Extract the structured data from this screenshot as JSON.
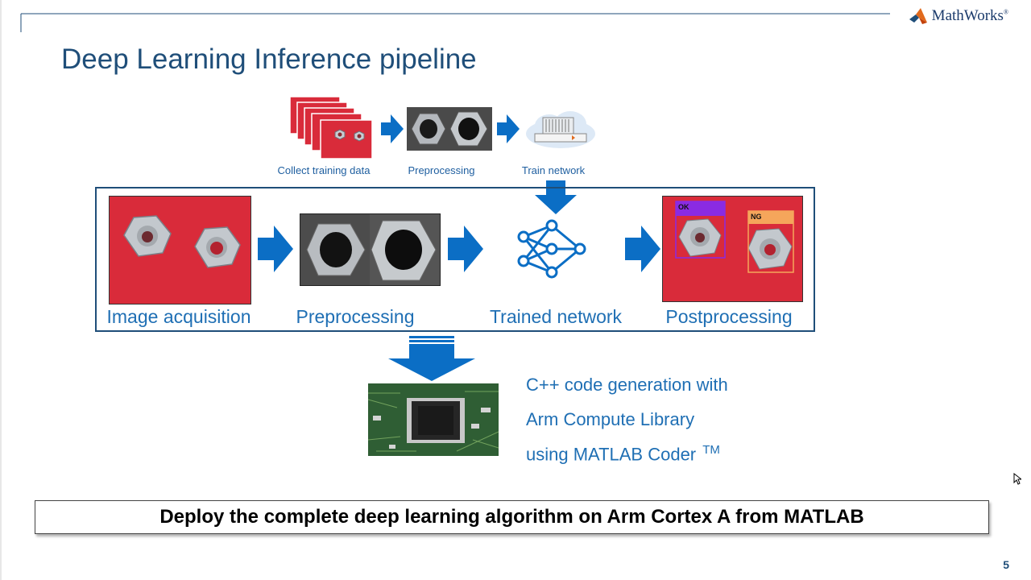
{
  "slide": {
    "title": "Deep Learning Inference pipeline",
    "page_number": "5",
    "logo_text": "MathWorks",
    "logo_reg": "®"
  },
  "training": {
    "labels": [
      "Collect training data",
      "Preprocessing",
      "Train network"
    ]
  },
  "pipeline": {
    "labels": [
      "Image acquisition",
      "Preprocessing",
      "Trained network",
      "Postprocessing"
    ],
    "detections": [
      "OK",
      "NG"
    ]
  },
  "codegen": {
    "line1": "C++ code generation with",
    "line2": "Arm Compute Library",
    "line3": "using MATLAB Coder",
    "tm": "TM"
  },
  "banner": {
    "text": "Deploy the complete deep learning algorithm on Arm Cortex A from MATLAB"
  },
  "colors": {
    "accent_blue": "#1f6fb4",
    "title_blue": "#1f4e79",
    "arrow_blue": "#0b6ec5",
    "nut_red": "#d92b3a",
    "ok_purple": "#8a2be2",
    "ng_orange": "#f5a65b"
  }
}
